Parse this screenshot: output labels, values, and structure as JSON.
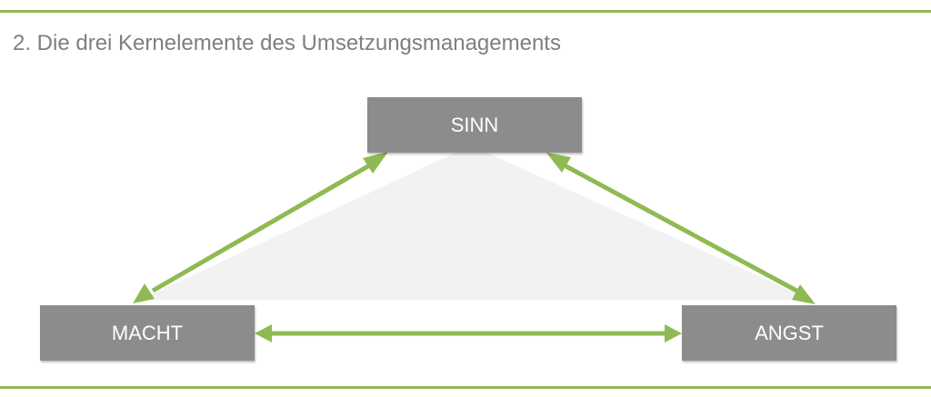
{
  "title": "2. Die drei Kernelemente des Umsetzungsmanagements",
  "nodes": {
    "sinn": "SINN",
    "macht": "MACHT",
    "angst": "ANGST"
  },
  "colors": {
    "accent": "#8fba53",
    "node_fill": "#8c8c8c",
    "triangle_fill": "#f2f2f2",
    "title_text": "#7f7f7f"
  }
}
